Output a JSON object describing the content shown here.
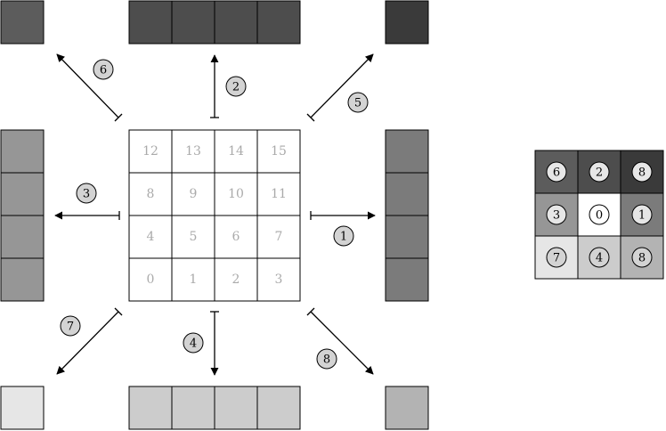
{
  "grid": {
    "rows": [
      [
        "12",
        "13",
        "14",
        "15"
      ],
      [
        "8",
        "9",
        "10",
        "11"
      ],
      [
        "4",
        "5",
        "6",
        "7"
      ],
      [
        "0",
        "1",
        "2",
        "3"
      ]
    ]
  },
  "arrows": [
    {
      "label": "1",
      "direction": "right"
    },
    {
      "label": "2",
      "direction": "up"
    },
    {
      "label": "3",
      "direction": "left"
    },
    {
      "label": "4",
      "direction": "down"
    },
    {
      "label": "5",
      "direction": "up-right"
    },
    {
      "label": "6",
      "direction": "up-left"
    },
    {
      "label": "7",
      "direction": "down-left"
    },
    {
      "label": "8",
      "direction": "down-right"
    }
  ],
  "colors": {
    "up": "#4d4d4d",
    "up_left": "#5c5c5c",
    "up_right": "#3a3a3a",
    "left": "#969696",
    "right": "#7b7b7b",
    "down": "#cccccc",
    "down_left": "#e6e6e6",
    "down_right": "#b3b3b3",
    "center": "#ffffff"
  },
  "legend": {
    "rows": [
      [
        "6",
        "2",
        "8"
      ],
      [
        "3",
        "0",
        "1"
      ],
      [
        "7",
        "4",
        "8"
      ]
    ],
    "colors": [
      [
        "#5c5c5c",
        "#4d4d4d",
        "#3a3a3a"
      ],
      [
        "#969696",
        "#ffffff",
        "#7b7b7b"
      ],
      [
        "#e6e6e6",
        "#cccccc",
        "#b3b3b3"
      ]
    ]
  }
}
